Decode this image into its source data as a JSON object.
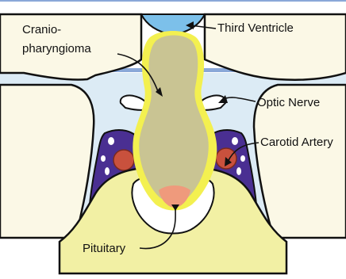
{
  "labels": {
    "craniopharyngioma_line1": "Cranio-",
    "craniopharyngioma_line2": "pharyngioma",
    "third_ventricle": "Third Ventricle",
    "optic_nerve": "Optic Nerve",
    "carotid_artery": "Carotid Artery",
    "pituitary": "Pituitary"
  },
  "colors": {
    "brain_fill": "#fbf8e6",
    "csf_fill": "#dcebf5",
    "ventricle_fill": "#7cc0ea",
    "tumor_fill": "#c9c493",
    "tumor_glow": "#f3f050",
    "sinus_fill": "#4a2f92",
    "artery_fill": "#c9513d",
    "pituitary_fill": "#f2f0a4",
    "pituitary_tumor_fill": "#ef9a7c",
    "frame_blue": "#8aa8d8",
    "outline": "#111111"
  }
}
